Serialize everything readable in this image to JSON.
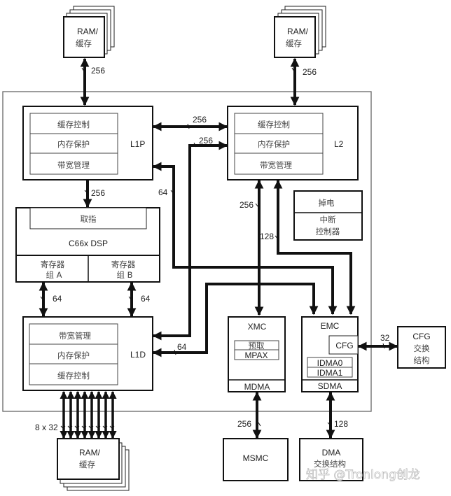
{
  "ram_top_left": {
    "line1": "RAM/",
    "line2": "缓存",
    "bus": "256"
  },
  "ram_top_right": {
    "line1": "RAM/",
    "line2": "缓存",
    "bus": "256"
  },
  "l1p": {
    "title": "L1P",
    "rows": [
      "缓存控制",
      "内存保护",
      "带宽管理"
    ],
    "bus_to_dsp": "256",
    "bus_to_l2": "256",
    "bus_64": "64"
  },
  "l2": {
    "title": "L2",
    "rows": [
      "缓存控制",
      "内存保护",
      "带宽管理"
    ],
    "bus_from_l1d": "256",
    "bus_to_xmc": "256",
    "bus_to_emc": "128"
  },
  "power_intc": {
    "top": "掉电",
    "bottom_line1": "中断",
    "bottom_line2": "控制器"
  },
  "dsp": {
    "fetch": "取指",
    "title": "C66x DSP",
    "reg_a_line1": "寄存器",
    "reg_a_line2": "组 A",
    "reg_b_line1": "寄存器",
    "reg_b_line2": "组 B",
    "bus_a": "64",
    "bus_b": "64"
  },
  "l1d": {
    "title": "L1D",
    "rows": [
      "带宽管理",
      "内存保护",
      "缓存控制"
    ],
    "bus_64": "64",
    "bus_ram": "8 x 32"
  },
  "xmc": {
    "title": "XMC",
    "inner_line1": "预取",
    "inner_line2": "MPAX",
    "footer": "MDMA",
    "bus_msmc": "256"
  },
  "emc": {
    "title": "EMC",
    "cfg": "CFG",
    "idma0": "IDMA0",
    "idma1": "IDMA1",
    "footer": "SDMA",
    "bus_dma": "128",
    "bus_cfg": "32"
  },
  "cfg_switch": {
    "line1": "CFG",
    "line2": "交换",
    "line3": "结构"
  },
  "msmc": {
    "label": "MSMC"
  },
  "dma_switch": {
    "line1": "DMA",
    "line2": "交换结构"
  },
  "ram_bottom": {
    "line1": "RAM/",
    "line2": "缓存"
  },
  "watermark": "知乎 @Tronlong创龙"
}
